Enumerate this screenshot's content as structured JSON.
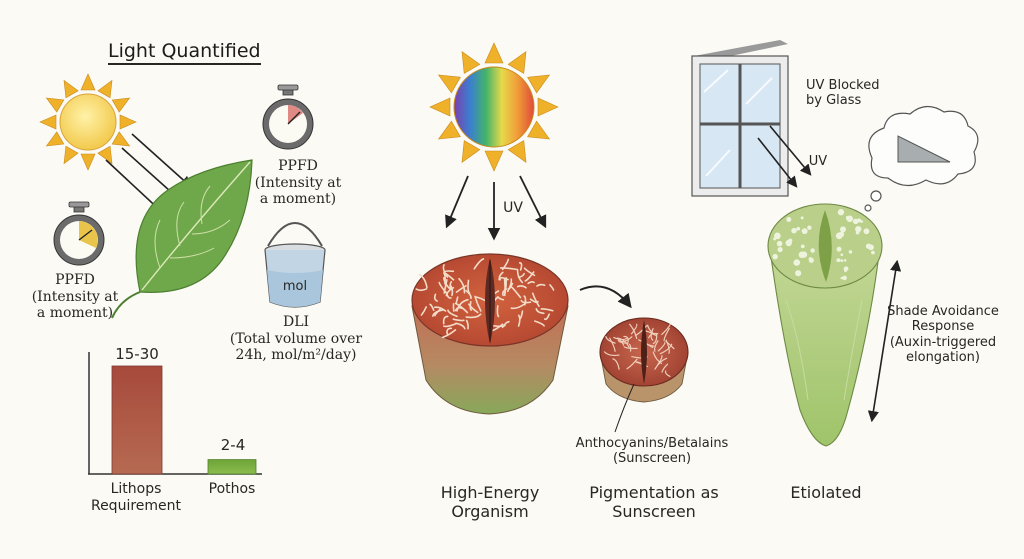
{
  "title": "Light Quantified",
  "left": {
    "ppfd_left": {
      "name": "PPFD",
      "desc": [
        "(Intensity at",
        "a moment)"
      ]
    },
    "ppfd_right": {
      "name": "PPFD",
      "desc": [
        "(Intensity at",
        "a moment)"
      ]
    },
    "bucket_label": "mol",
    "dli": {
      "name": "DLI",
      "desc": [
        "(Total volume over",
        "24h, mol/m²/day)"
      ]
    }
  },
  "chart_data": {
    "type": "bar",
    "categories": [
      "Lithops Requirement",
      "Pothos"
    ],
    "category_lines": [
      [
        "Lithops",
        "Requirement"
      ],
      [
        "Pothos"
      ]
    ],
    "value_labels": [
      "15-30",
      "2-4"
    ],
    "ranges": [
      [
        15,
        30
      ],
      [
        2,
        4
      ]
    ],
    "colors": [
      "#a5483a",
      "#7bae3e"
    ]
  },
  "middle": {
    "uv_label": "UV",
    "high_energy": [
      "High-Energy",
      "Organism"
    ],
    "pigment_note": [
      "Anthocyanins/Betalains",
      "(Sunscreen)"
    ],
    "pigmentation": [
      "Pigmentation as",
      "Sunscreen"
    ]
  },
  "right": {
    "uv_blocked": [
      "UV Blocked",
      "by Glass"
    ],
    "uv_label": "UV",
    "shade": [
      "Shade Avoidance",
      "Response",
      "(Auxin-triggered",
      "elongation)"
    ],
    "etiolated": "Etiolated"
  },
  "colors": {
    "background": "#fbfaf5",
    "sun": "#f6d86a",
    "sun_rays": "#f0b12a",
    "leaf": "#6fa84a",
    "lithops_red": "#a5483a",
    "lithops_green": "#8fae58",
    "etiolated": "#b7cf85",
    "water": "#a9c6dc",
    "stopwatch_alert": "#e08a86"
  },
  "icons": [
    "sun-icon",
    "rainbow-sun-icon",
    "leaf-icon",
    "stopwatch-icon",
    "bucket-icon",
    "window-icon",
    "thought-bubble-icon",
    "double-arrow-icon"
  ]
}
